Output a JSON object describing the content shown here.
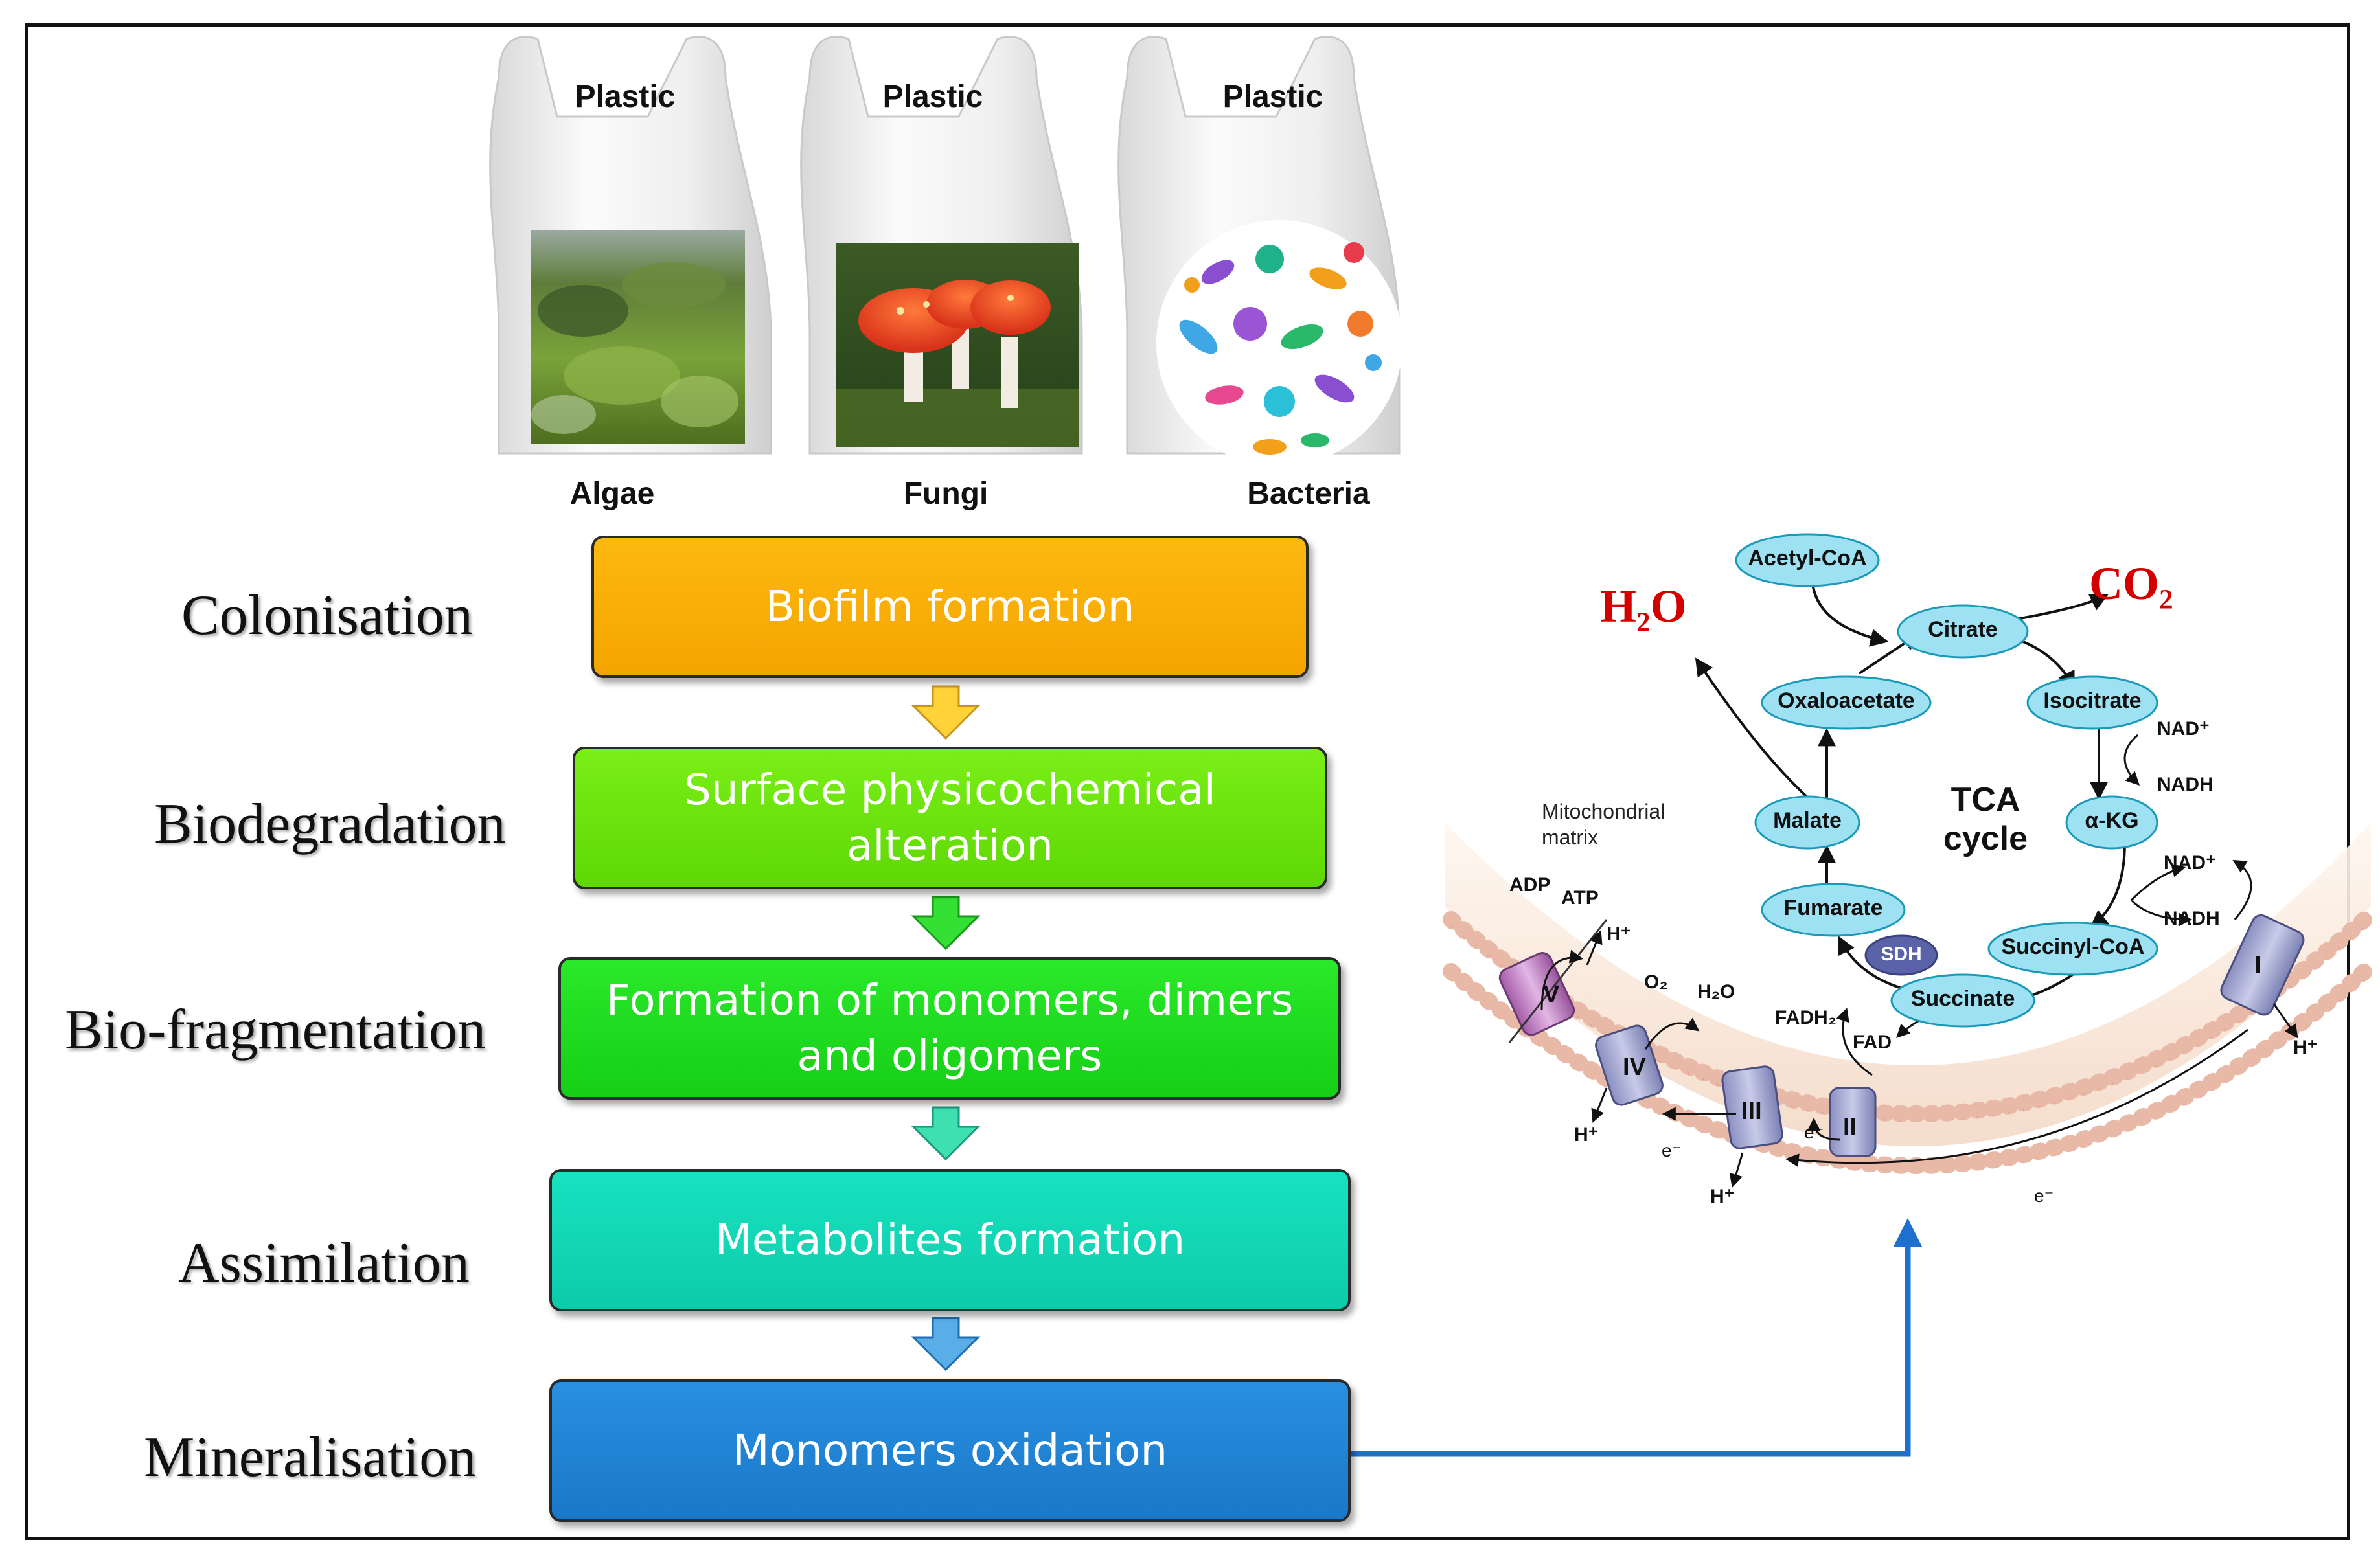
{
  "organisms": [
    {
      "bag_label": "Plastic",
      "organism": "Algae"
    },
    {
      "bag_label": "Plastic",
      "organism": "Fungi"
    },
    {
      "bag_label": "Plastic",
      "organism": "Bacteria"
    }
  ],
  "stages": [
    {
      "name": "Colonisation",
      "box": "Biofilm formation",
      "color": "#fbb40f"
    },
    {
      "name": "Biodegradation",
      "box": "Surface physicochemical alteration",
      "color": "#6fe80c"
    },
    {
      "name": "Bio-fragmentation",
      "box": "Formation of monomers, dimers and oligomers",
      "color": "#22de22"
    },
    {
      "name": "Assimilation",
      "box": "Metabolites formation",
      "color": "#12dab8"
    },
    {
      "name": "Mineralisation",
      "box": "Monomers oxidation",
      "color": "#1f86d8"
    }
  ],
  "tca": {
    "title_line1": "TCA",
    "title_line2": "cycle",
    "water": "H₂O",
    "co2": "CO₂",
    "nodes": {
      "acetyl": "Acetyl-CoA",
      "citrate": "Citrate",
      "isocitrate": "Isocitrate",
      "akg": "α-KG",
      "succinylcoa": "Succinyl-CoA",
      "succinate": "Succinate",
      "fumarate": "Fumarate",
      "malate": "Malate",
      "oxaloacetate": "Oxaloacetate"
    },
    "sdh": "SDH",
    "nad1": "NAD⁺",
    "nadh1": "NADH",
    "nad2": "NAD⁺",
    "nadh2": "NADH"
  },
  "membrane": {
    "matrix_line1": "Mitochondrial",
    "matrix_line2": "matrix",
    "complexes": [
      "V",
      "IV",
      "III",
      "II",
      "I"
    ],
    "adp": "ADP",
    "atp": "ATP",
    "o2": "O₂",
    "h2o": "H₂O",
    "fadh2": "FADH₂",
    "fad": "FAD",
    "h_plus": "H⁺",
    "e_minus": "e⁻"
  }
}
